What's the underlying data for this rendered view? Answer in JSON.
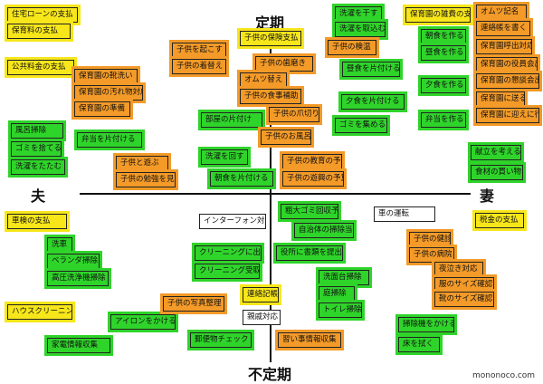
{
  "axes": {
    "top": "定期",
    "bottom": "不定期",
    "left": "夫",
    "right": "妻"
  },
  "watermark": "mononoco.com",
  "colors": {
    "green": "#2fd42a",
    "orange": "#f39a28",
    "yellow": "#f7e61a",
    "white": "#ffffff"
  },
  "tasks": [
    {
      "label": "住宅ローンの支払",
      "color": "yellow"
    },
    {
      "label": "保育料の支払",
      "color": "yellow"
    },
    {
      "label": "公共料金の支払",
      "color": "yellow"
    },
    {
      "label": "保育園の靴洗い",
      "color": "orange"
    },
    {
      "label": "保育園の汚れ物対応",
      "color": "orange"
    },
    {
      "label": "保育園の準備",
      "color": "orange"
    },
    {
      "label": "風呂掃除",
      "color": "green"
    },
    {
      "label": "ゴミを捨てる",
      "color": "green"
    },
    {
      "label": "洗濯をたたむ",
      "color": "green"
    },
    {
      "label": "弁当を片付ける",
      "color": "green"
    },
    {
      "label": "子供と遊ぶ",
      "color": "orange"
    },
    {
      "label": "子供の勉強を見る",
      "color": "orange"
    },
    {
      "label": "子供を起こす",
      "color": "orange"
    },
    {
      "label": "子供の着替え",
      "color": "orange"
    },
    {
      "label": "子供の保険支払",
      "color": "yellow"
    },
    {
      "label": "子供の歯磨き",
      "color": "orange"
    },
    {
      "label": "オムツ替え",
      "color": "orange"
    },
    {
      "label": "子供の食事補助",
      "color": "orange"
    },
    {
      "label": "部屋の片付け",
      "color": "green"
    },
    {
      "label": "子供の爪切り",
      "color": "orange"
    },
    {
      "label": "子供のお風呂",
      "color": "orange"
    },
    {
      "label": "洗濯を回す",
      "color": "green"
    },
    {
      "label": "朝食を片付ける",
      "color": "green"
    },
    {
      "label": "子供の教育の予算",
      "color": "orange"
    },
    {
      "label": "子供の遊興の予算",
      "color": "orange"
    },
    {
      "label": "洗濯を干す",
      "color": "green"
    },
    {
      "label": "洗濯を取込む",
      "color": "green"
    },
    {
      "label": "子供の検温",
      "color": "orange"
    },
    {
      "label": "昼食を片付ける",
      "color": "green"
    },
    {
      "label": "夕食を片付ける",
      "color": "green"
    },
    {
      "label": "ゴミを集める",
      "color": "green"
    },
    {
      "label": "保育園の雑費の支払",
      "color": "yellow"
    },
    {
      "label": "朝食を作る",
      "color": "green"
    },
    {
      "label": "昼食を作る",
      "color": "green"
    },
    {
      "label": "夕食を作る",
      "color": "green"
    },
    {
      "label": "弁当を作る",
      "color": "green"
    },
    {
      "label": "オムツ記名",
      "color": "orange"
    },
    {
      "label": "連絡帳を書く",
      "color": "orange"
    },
    {
      "label": "保育園呼出対応",
      "color": "orange"
    },
    {
      "label": "保育園の役員会出席",
      "color": "orange"
    },
    {
      "label": "保育園の懇談会出席",
      "color": "orange"
    },
    {
      "label": "保育園に送る",
      "color": "orange"
    },
    {
      "label": "保育園に迎えに行く",
      "color": "orange"
    },
    {
      "label": "献立を考える",
      "color": "green"
    },
    {
      "label": "食材の買い物",
      "color": "green"
    },
    {
      "label": "車検の支払",
      "color": "yellow"
    },
    {
      "label": "洗車",
      "color": "green"
    },
    {
      "label": "ベランダ掃除",
      "color": "green"
    },
    {
      "label": "高圧洗浄機掃除",
      "color": "green"
    },
    {
      "label": "ハウスクリーニング発注",
      "color": "yellow"
    },
    {
      "label": "アイロンをかける",
      "color": "green"
    },
    {
      "label": "家電情報収集",
      "color": "green"
    },
    {
      "label": "インターフォン対応",
      "color": "white"
    },
    {
      "label": "クリーニングに出す",
      "color": "green"
    },
    {
      "label": "クリーニング受取り",
      "color": "green"
    },
    {
      "label": "子供の写真整理",
      "color": "orange"
    },
    {
      "label": "郵便物チェック",
      "color": "green"
    },
    {
      "label": "粗大ゴミ回収予約",
      "color": "green"
    },
    {
      "label": "自治体の掃除当番",
      "color": "green"
    },
    {
      "label": "役所に書類を提出",
      "color": "green"
    },
    {
      "label": "車の運転",
      "color": "white"
    },
    {
      "label": "洗面台掃除",
      "color": "green"
    },
    {
      "label": "庭掃除",
      "color": "green"
    },
    {
      "label": "トイレ掃除",
      "color": "green"
    },
    {
      "label": "連絡記帳",
      "color": "yellow"
    },
    {
      "label": "親戚対応",
      "color": "white"
    },
    {
      "label": "習い事情報収集",
      "color": "orange"
    },
    {
      "label": "税金の支払",
      "color": "yellow"
    },
    {
      "label": "子供の健診",
      "color": "orange"
    },
    {
      "label": "子供の病院",
      "color": "orange"
    },
    {
      "label": "夜泣き対応",
      "color": "orange"
    },
    {
      "label": "服のサイズ確認",
      "color": "orange"
    },
    {
      "label": "靴のサイズ確認",
      "color": "orange"
    },
    {
      "label": "掃除機をかける",
      "color": "green"
    },
    {
      "label": "床を拭く",
      "color": "green"
    }
  ]
}
